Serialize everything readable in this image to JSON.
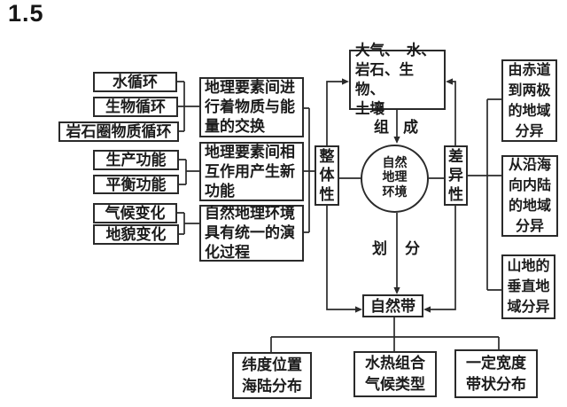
{
  "figure_number": "1.5",
  "colors": {
    "background": "#ffffff",
    "line": "#2a2a2a",
    "box_border": "#2a2a2a",
    "text": "#1b1b1b"
  },
  "nodes": {
    "water_cycle": {
      "label": "水循环"
    },
    "bio_cycle": {
      "label": "生物循环"
    },
    "rock_cycle": {
      "label": "岩石圈物质循环"
    },
    "production_function": {
      "label": "生产功能"
    },
    "balance_function": {
      "label": "平衡功能"
    },
    "climate_change": {
      "label": "气候变化"
    },
    "landform_change": {
      "label": "地貌变化"
    },
    "exchange_desc": {
      "label": "地理要素间进\n行着物质与能\n量的交换"
    },
    "new_function_desc": {
      "label": "地理要素间相\n互作用产生新\n功能"
    },
    "evolution_desc": {
      "label": "自然地理环境\n具有统一的演\n化过程"
    },
    "integrity": {
      "label": "整\n体\n性"
    },
    "differentiation": {
      "label": "差\n异\n性"
    },
    "elements": {
      "label": "大气、　水、\n岩石、生物、\n土壤"
    },
    "environment": {
      "label": "自然\n地理\n环境"
    },
    "natural_belt": {
      "label": "自然带"
    },
    "latitudinal_zonality": {
      "label": "由赤道\n到两极\n的地域\n分异"
    },
    "coastal_inland_zonality": {
      "label": "从沿海\n向内陆\n的地域\n分异"
    },
    "vertical_zonality": {
      "label": "山地的\n垂直地\n域分异"
    },
    "latitude_position": {
      "label": "纬度位置\n海陆分布"
    },
    "hydrothermal_combination": {
      "label": "水热组合\n气候类型"
    },
    "belt_distribution": {
      "label": "一定宽度\n带状分布"
    }
  },
  "edge_labels": {
    "compose": {
      "left": "组",
      "right": "成"
    },
    "divide": {
      "left": "划",
      "right": "分"
    }
  }
}
